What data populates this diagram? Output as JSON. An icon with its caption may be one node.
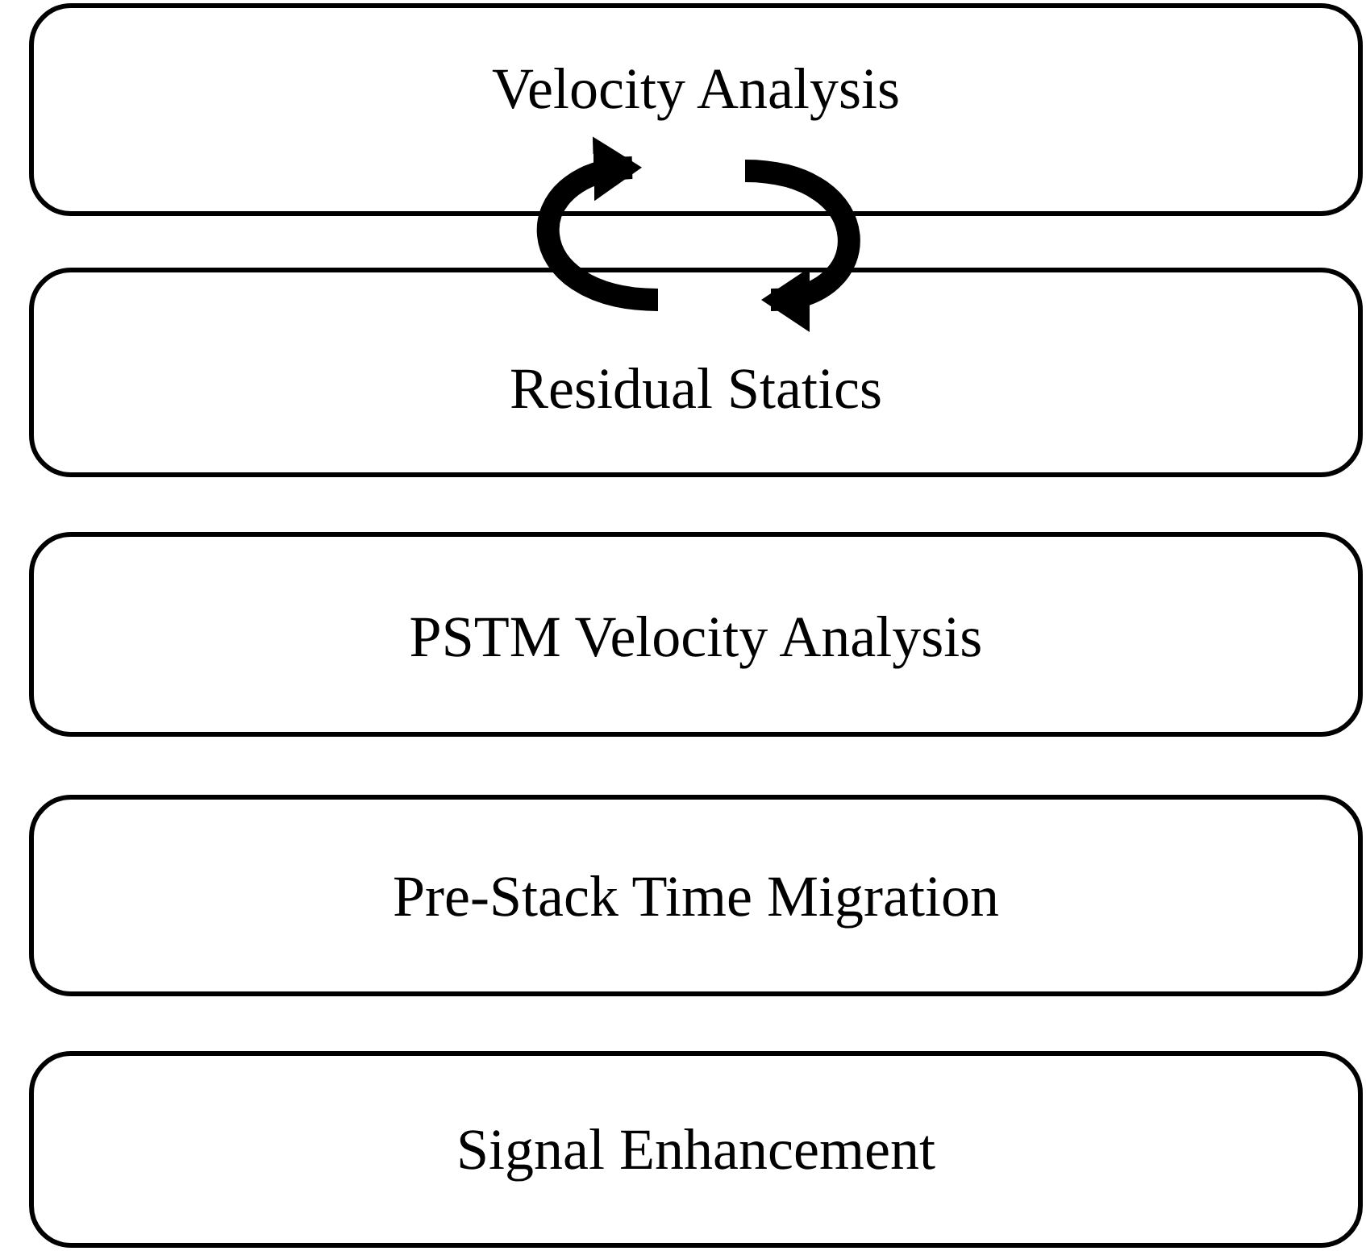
{
  "diagram": {
    "nodes": [
      {
        "text": [
          "Velocity Analysis"
        ]
      },
      {
        "text": [
          "Residual Statics"
        ]
      },
      {
        "text": [
          "PSTM Velocity Analysis"
        ]
      },
      {
        "text": [
          "Pre-Stack Time Migration"
        ]
      },
      {
        "text": [
          "Signal Enhancement"
        ]
      }
    ],
    "edges": [
      {
        "from": 1,
        "to": 0,
        "arrow": "to"
      },
      {
        "from": 0,
        "to": 1,
        "arrow": "to"
      }
    ]
  }
}
